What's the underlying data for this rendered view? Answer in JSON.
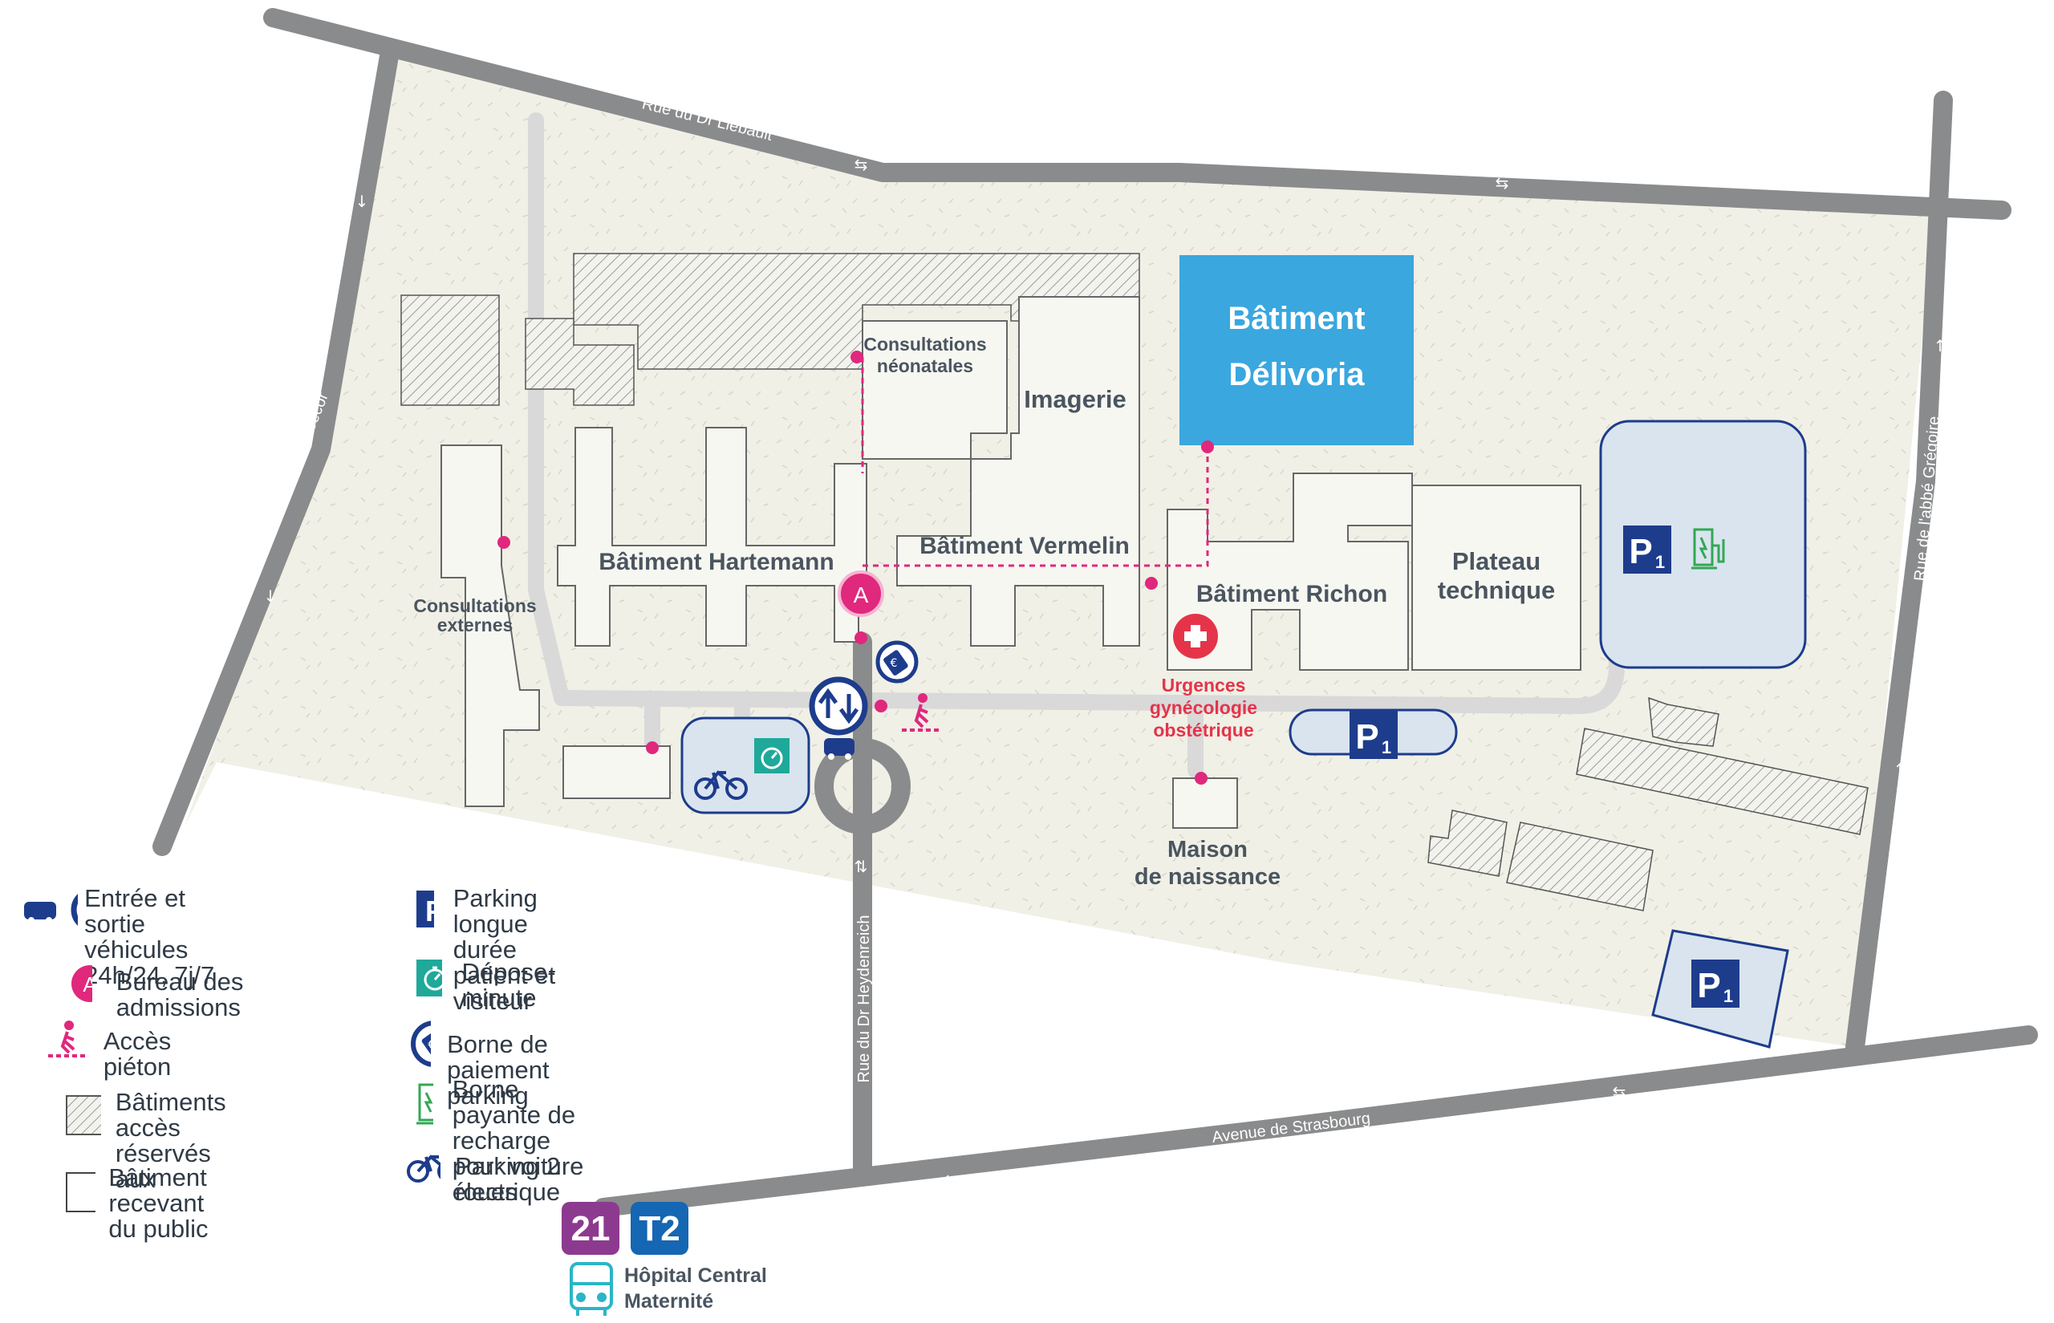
{
  "streets": {
    "top": "Rue du Dr Liébault",
    "left": "Rue de Nabécor",
    "right": "Rue de l'abbé Grégoire",
    "bottom": "Avenue de Strasbourg",
    "middle": "Rue du Dr Heydenreich"
  },
  "buildings": {
    "delivoria_line1": "Bâtiment",
    "delivoria_line2": "Délivoria",
    "hartemann": "Bâtiment Hartemann",
    "vermelin": "Bâtiment Vermelin",
    "richon": "Bâtiment Richon",
    "imagerie": "Imagerie",
    "plateau_line1": "Plateau",
    "plateau_line2": "technique",
    "consult_neo_line1": "Consultations",
    "consult_neo_line2": "néonatales",
    "consult_ext_line1": "Consultations",
    "consult_ext_line2": "externes",
    "maison_line1": "Maison",
    "maison_line2": "de naissance"
  },
  "urgences": {
    "line1": "Urgences",
    "line2": "gynécologie",
    "line3": "obstétrique"
  },
  "markers": {
    "admission_letter": "A",
    "parking_letter": "P",
    "parking_sub": "1"
  },
  "transit": {
    "bus_line": "21",
    "tram_line": "T2",
    "stop_line1": "Hôpital Central",
    "stop_line2": "Maternité"
  },
  "legend": {
    "vehicles": "Entrée et sortie véhicules\n24h/24, 7j/7",
    "admissions": "Bureau des admissions",
    "pedestrian": "Accès piéton",
    "restricted": "Bâtiments accès\nréservés aux",
    "public": "Bâtiment recevant\ndu public",
    "parking": "Parking longue durée\npatient et visiteur",
    "dropoff": "Dépose-minute",
    "payment": "Borne de paiement parking",
    "ev": "Borne payante de recharge\npour voiture électrique",
    "bikes": "Parking 2 roues",
    "admission_letter": "A",
    "parking_letter": "P"
  },
  "colors": {
    "site_bg": "#f0f0e6",
    "road": "#8a8b8c",
    "path": "#d9d9d9",
    "delivoria": "#3aa7df",
    "pink": "#e0287d",
    "navy": "#1d3c8c",
    "teal": "#1fa99a",
    "ev_green": "#32a853",
    "bus_purple": "#8c3a8f",
    "tram_blue": "#1566b3"
  }
}
